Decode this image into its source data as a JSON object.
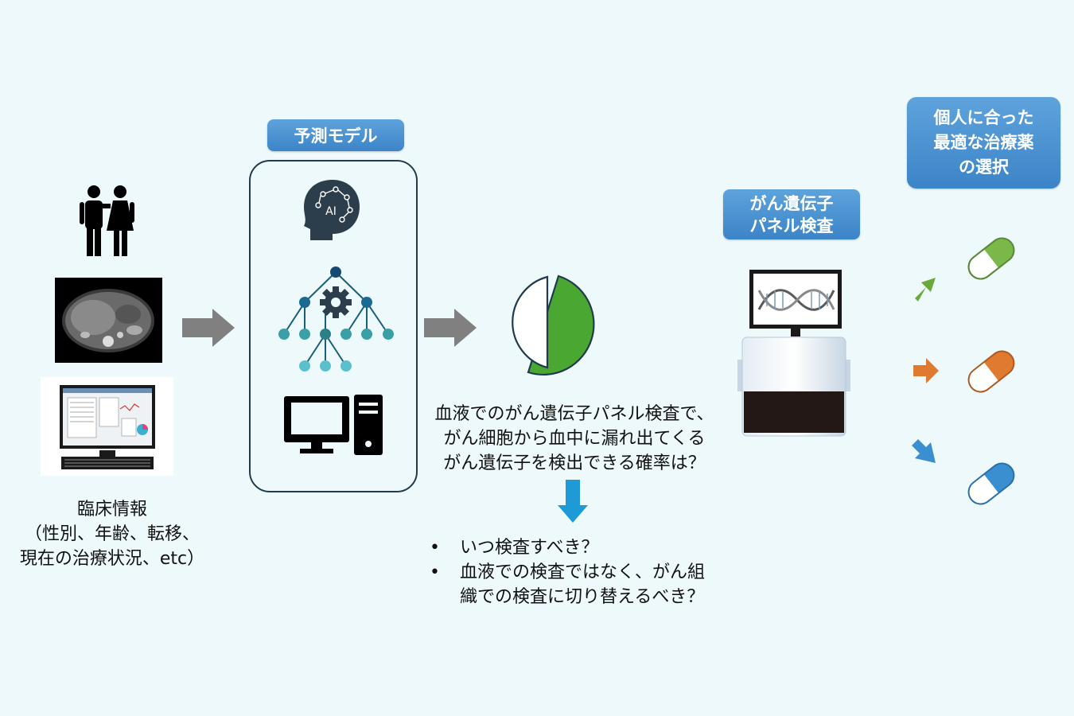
{
  "badges": {
    "model": "予測モデル",
    "panel_line1": "がん遺伝子",
    "panel_line2": "パネル検査",
    "drug_line1": "個人に合った",
    "drug_line2": "最適な治療薬",
    "drug_line3": "の選択"
  },
  "clinical": {
    "line1": "臨床情報",
    "line2": "（性別、年齢、転移、",
    "line3": "現在の治療状況、etc）"
  },
  "question": {
    "line1": "血液でのがん遺伝子パネル検査で、",
    "line2": "がん細胞から血中に漏れ出てくる",
    "line3": "がん遺伝子を検出できる確率は？"
  },
  "bullets": {
    "b1": "いつ検査すべき？",
    "b2_line1": "血液での検査ではなく、がん組",
    "b2_line2": "織での検査に切り替えるべき？",
    "marker": "•"
  },
  "icons": {
    "ai_label": "AI"
  },
  "colors": {
    "badge": "#4a90d2",
    "pie_green": "#4aa832",
    "pill_green": "#6aaa3a",
    "pill_orange": "#e07a30",
    "pill_blue": "#3a8fd0",
    "down_arrow": "#1e9ad6",
    "gray_arrow": "#808080"
  }
}
